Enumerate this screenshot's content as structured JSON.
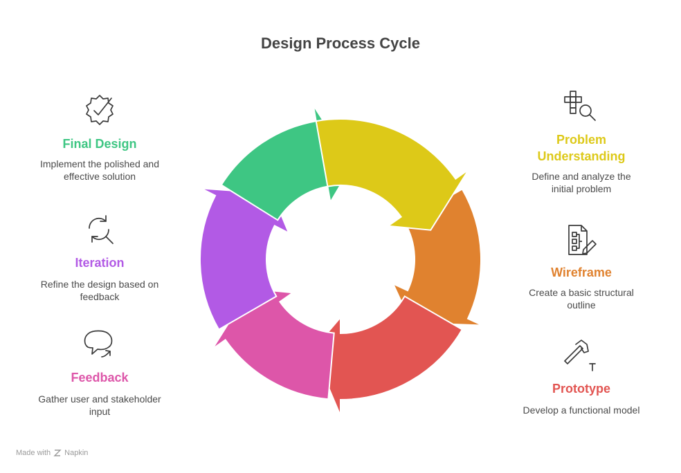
{
  "title": "Design Process Cycle",
  "steps": [
    {
      "label": "Problem Understanding",
      "label_lines": [
        "Problem",
        "Understanding"
      ],
      "description_lines": [
        "Define and analyze the",
        "initial problem"
      ],
      "color": "#ddc918",
      "icon": "wireframe-search-icon"
    },
    {
      "label": "Wireframe",
      "description_lines": [
        "Create a basic structural",
        "outline"
      ],
      "color": "#e0822f",
      "icon": "document-edit-icon"
    },
    {
      "label": "Prototype",
      "description_lines": [
        "Develop a functional model"
      ],
      "color": "#e25552",
      "icon": "hammer-nail-icon"
    },
    {
      "label": "Feedback",
      "description_lines": [
        "Gather user and stakeholder",
        "input"
      ],
      "color": "#dd56a9",
      "icon": "speech-bubble-reply-icon"
    },
    {
      "label": "Iteration",
      "description_lines": [
        "Refine the design based on",
        "feedback"
      ],
      "color": "#b25ae5",
      "icon": "refresh-search-icon"
    },
    {
      "label": "Final Design",
      "description_lines": [
        "Implement the polished and",
        "effective solution"
      ],
      "color": "#3ec683",
      "icon": "verified-badge-icon"
    }
  ],
  "footer": {
    "made_with": "Made with",
    "brand": "Napkin"
  }
}
